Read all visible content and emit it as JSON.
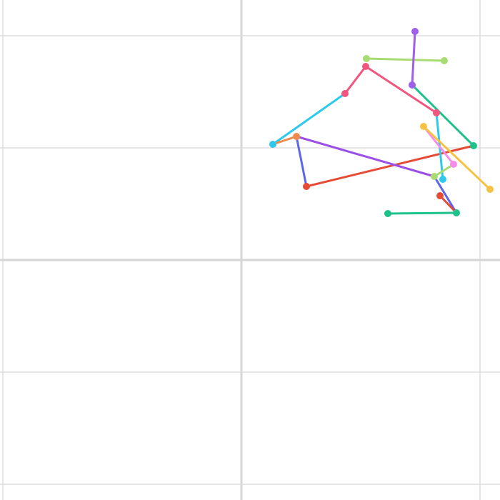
{
  "colors": {
    "background": "#ffffff",
    "grid": "#dddddd"
  },
  "segments": [
    {
      "name": "lime-top",
      "from": "A",
      "to": "B",
      "color": "#a8dc72"
    },
    {
      "name": "purple-top",
      "from": "C",
      "to": "D",
      "color": "#9f5fe8"
    },
    {
      "name": "pink-upper",
      "from": "E",
      "to": "F",
      "color": "#f0567e"
    },
    {
      "name": "pink-upper-2",
      "from": "F",
      "to": "G",
      "color": "#f0567e"
    },
    {
      "name": "cyan-upper",
      "from": "E",
      "to": "H",
      "color": "#2ec9ec"
    },
    {
      "name": "teal-right",
      "from": "D",
      "to": "I",
      "color": "#1ec08c"
    },
    {
      "name": "red-long",
      "from": "I",
      "to": "J",
      "color": "#e64b35"
    },
    {
      "name": "orange-short",
      "from": "H",
      "to": "K",
      "color": "#ee8a4e"
    },
    {
      "name": "blue-left",
      "from": "K",
      "to": "J",
      "color": "#5b67e6"
    },
    {
      "name": "purple-long",
      "from": "K",
      "to": "L",
      "color": "#9a4fe6"
    },
    {
      "name": "cyan-right",
      "from": "G",
      "to": "M",
      "color": "#2ec9ec"
    },
    {
      "name": "pink-light",
      "from": "N",
      "to": "O",
      "color": "#f48ee8"
    },
    {
      "name": "yellow-right",
      "from": "N",
      "to": "P",
      "color": "#f5c244"
    },
    {
      "name": "lime-bottom",
      "from": "L",
      "to": "O",
      "color": "#a8dc72"
    },
    {
      "name": "blue-right",
      "from": "L",
      "to": "Q",
      "color": "#5b67e6"
    },
    {
      "name": "red-short",
      "from": "R",
      "to": "Q",
      "color": "#e64b35"
    },
    {
      "name": "teal-bottom",
      "from": "Q",
      "to": "S",
      "color": "#1ec08c"
    }
  ],
  "nodes": [
    {
      "id": "A",
      "color": "#a8dc72"
    },
    {
      "id": "B",
      "color": "#a8dc72"
    },
    {
      "id": "C",
      "color": "#9f5fe8"
    },
    {
      "id": "D",
      "color": "#9f5fe8"
    },
    {
      "id": "E",
      "color": "#f0567e"
    },
    {
      "id": "F",
      "color": "#f0567e"
    },
    {
      "id": "G",
      "color": "#f0567e"
    },
    {
      "id": "H",
      "color": "#2ec9ec"
    },
    {
      "id": "I",
      "color": "#1ec08c"
    },
    {
      "id": "J",
      "color": "#e64b35"
    },
    {
      "id": "K",
      "color": "#ee8a4e"
    },
    {
      "id": "L",
      "color": "#a8dc72"
    },
    {
      "id": "M",
      "color": "#2ec9ec"
    },
    {
      "id": "N",
      "color": "#f5c244"
    },
    {
      "id": "O",
      "color": "#f48ee8"
    },
    {
      "id": "P",
      "color": "#f5c244"
    },
    {
      "id": "Q",
      "color": "#1ec08c"
    },
    {
      "id": "R",
      "color": "#e64b35"
    },
    {
      "id": "S",
      "color": "#1ec08c"
    }
  ]
}
